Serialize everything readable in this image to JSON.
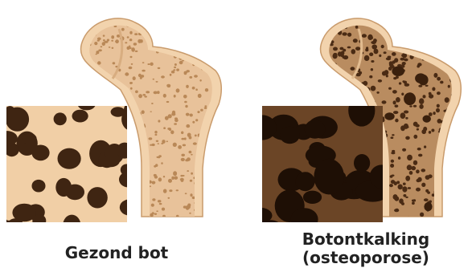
{
  "labels": {
    "healthy": "Gezond bot",
    "osteoporosis_line1": "Botontkalking",
    "osteoporosis_line2": "(osteoporose)"
  },
  "colors": {
    "bone_shell": "#f2d3ad",
    "bone_outline": "#c99b6c",
    "healthy_marrow": "#e8c29a",
    "healthy_pores": "#b98857",
    "osteo_marrow": "#b98c60",
    "osteo_pores": "#4a2b14",
    "text": "#222222"
  },
  "icons": {
    "healthy_bone": "femur-head-cross-section-icon",
    "osteoporotic_bone": "femur-head-cross-section-porous-icon"
  }
}
